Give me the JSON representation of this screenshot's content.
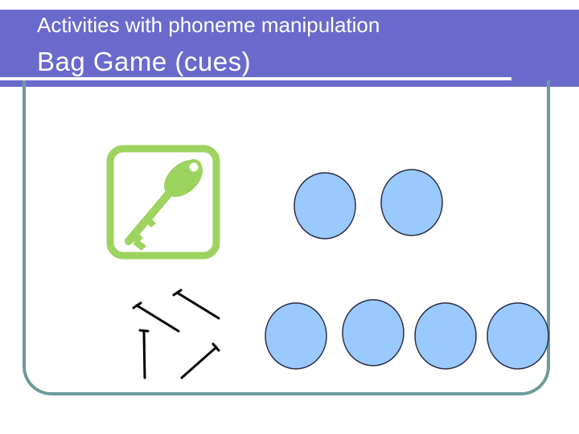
{
  "slide": {
    "subtitle": "Activities with phoneme manipulation",
    "title": "Bag Game (cues)"
  },
  "pictures": [
    {
      "icon": "key-icon",
      "color": "#9dd35f",
      "sound_circles": 2
    },
    {
      "icon": "nails-icon",
      "color": "#000000",
      "sound_circles": 4
    }
  ],
  "colors": {
    "header": "#6a6acd",
    "bag_outline": "#6e9a9a",
    "circle_fill": "#99c9fd",
    "circle_stroke": "#2a2a44"
  }
}
